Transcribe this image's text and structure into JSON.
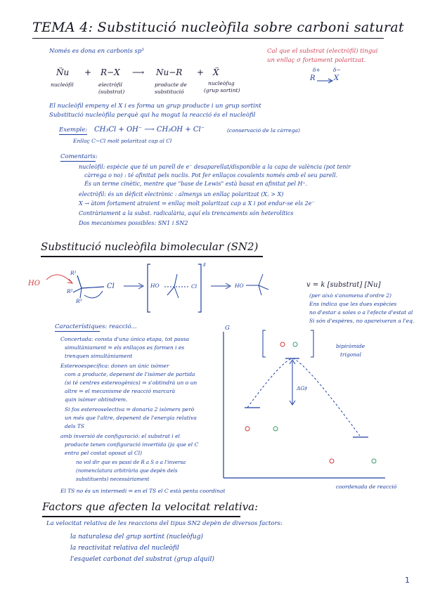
{
  "title": "TEMA 4: Substitució nucleòfila sobre carboni saturat",
  "intro_note": "Només es dona en carbonis sp³",
  "side_note": [
    "Cal que el substrat (electròfil) tingui",
    "un enllaç σ fortament polaritzat."
  ],
  "polar_bond": {
    "left": "R",
    "right": "X",
    "d_plus": "δ+",
    "d_minus": "δ−"
  },
  "reaction": {
    "nu": "N̈u",
    "plus1": "+",
    "rx": "R−X",
    "arrow": "⟶",
    "nur": "Nu−R",
    "plus2": "+",
    "x": "Ẍ",
    "lab_nu": "nucleòfil",
    "lab_rx": [
      "electròfil",
      "(substrat)"
    ],
    "lab_nur": [
      "producte de",
      "substitució"
    ],
    "lab_x": [
      "nucleòfug",
      "(grup sortint)"
    ]
  },
  "explanation": [
    "El nucleòfil empeny el X i es forma un grup producte i un grup sortint",
    "Substitució nucleòfila perquè qui ha mogut la reacció és el nucleòfil"
  ],
  "example": {
    "label": "Exemple:",
    "equation": "CH₃Cl + OH⁻ ⟶ CH₃OH + Cl⁻",
    "note": "(conservació de la càrrega)",
    "sub": "Enllaç C−Cl molt polaritzat cap al Cl"
  },
  "comments": {
    "heading": "Comentaris:",
    "items": [
      "nucleòfil: espècie que té un parell de e⁻ desaparellat/disponible a la capa de valència (pot tenir",
      "càrrega o no) : té afinitat pels nuclis. Pot fer enllaços covalents només amb el seu parell.",
      "És un terme cinètic, mentre que \"base de Lewis\" està basat en afinitat pel H⁺.",
      "electròfil: és un dèficit electrònic : almenys un enllaç polaritzat (X꜀ > X)",
      "X → àtom fortament atraient ⇒ enllaç molt polaritzat cap a X i pot endur-se els 2e⁻",
      "Contràriament a la subst. radicalària, aquí els trencaments són heterolítics",
      "Dos mecanismes possibles: SN1 i SN2"
    ]
  },
  "sn2": {
    "heading": "Substitució nucleòfila bimolecular (SN2)",
    "nucleophile": "HO",
    "leaving": "Cl",
    "ts_label": "‡",
    "product_ho": "HO",
    "subs": [
      "R¹",
      "R²",
      "R³"
    ],
    "rate_law": "v = k [substrat] [Nu]",
    "rate_notes": [
      "(per això s'anomena d'ordre 2)",
      "Ens indica que les dues espècies",
      "no d'estar a soles o a l'efecte d'estat al",
      "Si són d'espères, no apareixeran a l'eq."
    ]
  },
  "characteristics": {
    "heading": "Característiques: reacció...",
    "items": [
      "Concertada: consta d'una única etapa, tot passa",
      "simultàniament ⇒ els enllaços es formen i es",
      "trenquen simultàniament",
      "Estereoespecífica: donen un únic isòmer",
      "com a producte, depenent de l'isòmer de partida",
      "(si té centres estereogènics) ⇒ s'obtindrà un o un",
      "altre ⇒ el mecanisme de reacció marcarà",
      "quin isòmer obtindrem.",
      "Si fos estereoselectiva ⇒ donaria 2 isòmers però",
      "un més que l'altre, depenent de l'energia relativa",
      "dels TS",
      "amb inversió de configuració: el substrat i el",
      "producte tenen configuració invertida (ja que el C",
      "entra pel costat oposat al Cl)",
      "no vol dir que es passi de R a S o a l'inversa",
      "(nomenclatura arbitrària que depèn dels",
      "substituents) necessàriament",
      "El TS no és un intermedi ⇒ en el TS el C està penta coordinat"
    ]
  },
  "energy_diagram": {
    "y_label": "G",
    "x_label": "coordenada de reacció",
    "ts_desc": [
      "bipiràmide",
      "trigonal"
    ],
    "barrier_label": "ΔG‡"
  },
  "factors": {
    "heading": "Factors que afecten la velocitat relativa:",
    "intro": "La velocitat relativa de les reaccions del tipus SN2 depèn de diversos factors:",
    "items": [
      "la naturalesa del grup sortint (nucleòfug)",
      "la reactivitat relativa del nucleòfil",
      "l'esquelet carbonat del substrat (grup alquil)"
    ]
  },
  "page_number": "1",
  "colors": {
    "ink": "#1d3f9e",
    "dark": "#15161f",
    "pink": "#d1475a",
    "red": "#d23a3a",
    "green": "#3a9a6a"
  }
}
